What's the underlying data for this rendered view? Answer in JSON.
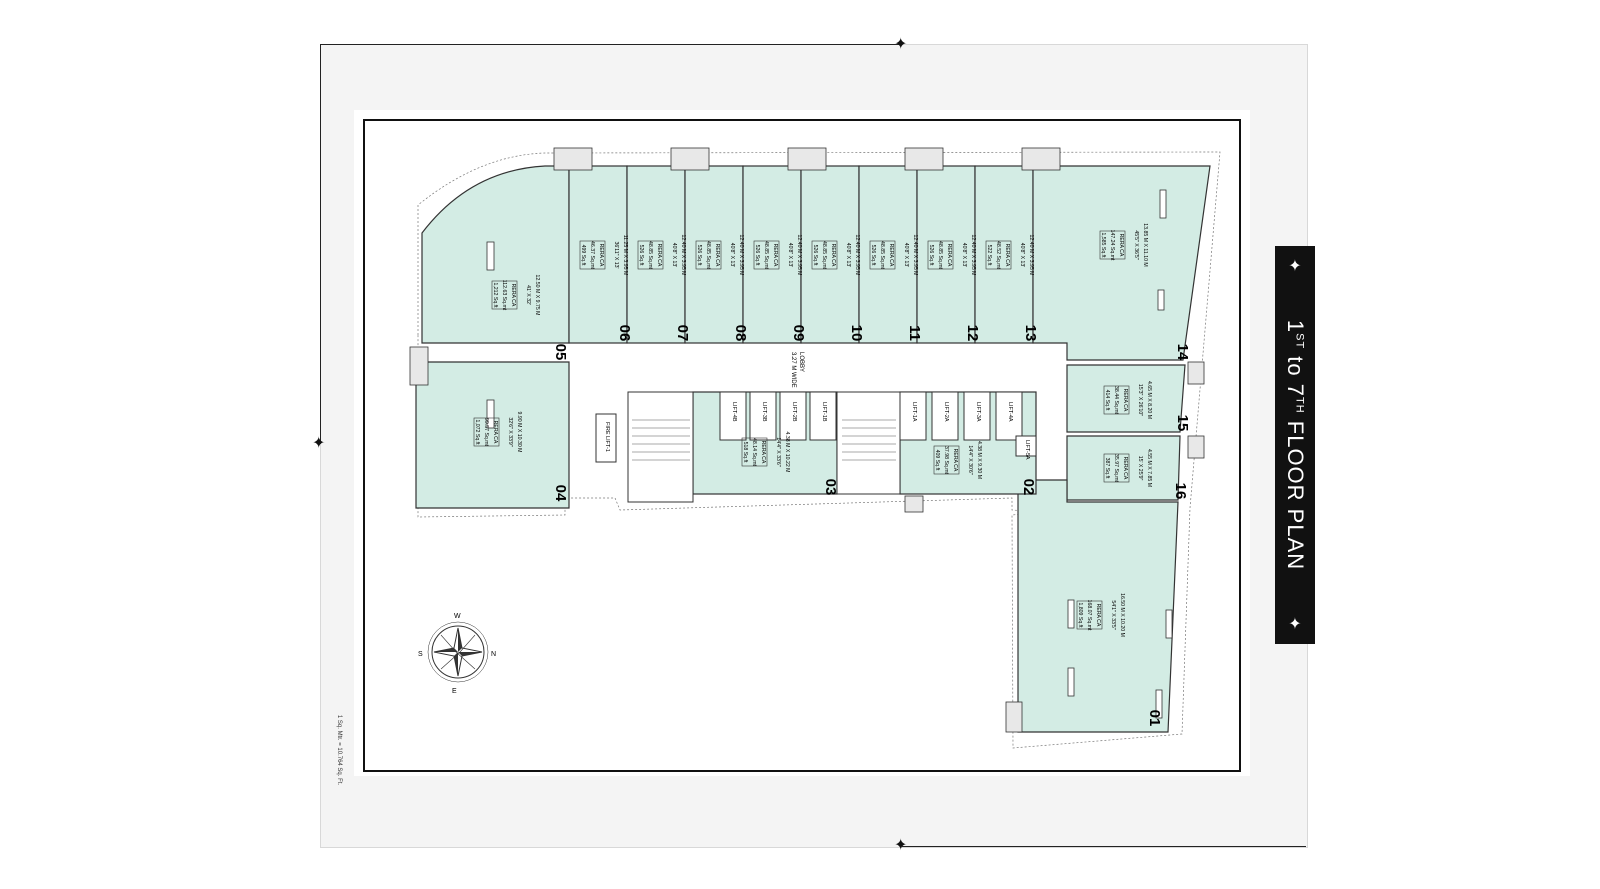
{
  "title": {
    "prefix": "1",
    "sup1": "ST",
    "mid": " to 7",
    "sup2": "TH",
    "suffix": " FLOOR PLAN"
  },
  "scale_note": "1 Sq. Mtr. = 10.764 Sq. Ft.",
  "lobby": {
    "line1": "LOBBY",
    "line2": "3.27 M WIDE"
  },
  "compass": {
    "n": "N",
    "s": "S",
    "e": "E",
    "w": "W"
  },
  "fire_lift": "FIRE LIFT-1",
  "lifts": [
    "LIFT-4B",
    "LIFT-3B",
    "LIFT-2B",
    "LIFT-1B",
    "LIFT-1A",
    "LIFT-2A",
    "LIFT-3A",
    "LIFT-4A",
    "LIFT-5A"
  ],
  "units": [
    {
      "no": "01",
      "l1": "16.50 M X 10.20 M",
      "l2": "54'1\" X 33'5\"",
      "l3": "RERA CA",
      "l4": "168.07 Sq.mt",
      "l5": "1,809 Sq.ft"
    },
    {
      "no": "02",
      "l1": "4.38 M X 9.30 M",
      "l2": "14'4\" X 30'6\"",
      "l3": "RERA CA",
      "l4": "37.98 Sq.mt",
      "l5": "409 Sq.ft"
    },
    {
      "no": "03",
      "l1": "4.38 M X 10.22 M",
      "l2": "14'4\" X 33'6\"",
      "l3": "RERA CA",
      "l4": "48.14 Sq.mt",
      "l5": "518 Sq.ft"
    },
    {
      "no": "04",
      "l1": "9.90 M X 10.30 M",
      "l2": "32'6\" X 33'9\"",
      "l3": "RERA CA",
      "l4": "99.57 Sq.mt",
      "l5": "1,072 Sq.ft"
    },
    {
      "no": "05",
      "l1": "12.50 M X 9.75 M",
      "l2": "41' X 32'",
      "l3": "RERA CA",
      "l4": "112.63 Sq.mt",
      "l5": "1,212 Sq.ft"
    },
    {
      "no": "06",
      "l1": "11.25 M X 3.95 M",
      "l2": "36'11\" X 13'",
      "l3": "RERA CA",
      "l4": "46.37 Sq.mt",
      "l5": "499 Sq.ft"
    },
    {
      "no": "07",
      "l1": "12.40 M X 3.95 M",
      "l2": "40'8\" X 13'",
      "l3": "RERA CA",
      "l4": "48.85 Sq.mt",
      "l5": "526 Sq.ft"
    },
    {
      "no": "08",
      "l1": "12.40 M X 3.95 M",
      "l2": "40'8\" X 13'",
      "l3": "RERA CA",
      "l4": "48.85 Sq.mt",
      "l5": "526 Sq.ft"
    },
    {
      "no": "09",
      "l1": "12.40 M X 3.95 M",
      "l2": "40'8\" X 13'",
      "l3": "RERA CA",
      "l4": "48.85 Sq.mt",
      "l5": "526 Sq.ft"
    },
    {
      "no": "10",
      "l1": "12.40 M X 3.95 M",
      "l2": "40'8\" X 13'",
      "l3": "RERA CA",
      "l4": "48.85 Sq.mt",
      "l5": "526 Sq.ft"
    },
    {
      "no": "11",
      "l1": "12.40 M X 3.95 M",
      "l2": "40'8\" X 13'",
      "l3": "RERA CA",
      "l4": "48.85 Sq.mt",
      "l5": "526 Sq.ft"
    },
    {
      "no": "12",
      "l1": "12.40 M X 3.95 M",
      "l2": "40'8\" X 13'",
      "l3": "RERA CA",
      "l4": "48.85 Sq.mt",
      "l5": "526 Sq.ft"
    },
    {
      "no": "13",
      "l1": "12.40 M X 3.95 M",
      "l2": "40'8\" X 13'",
      "l3": "RERA CA",
      "l4": "48.52 Sq.mt",
      "l5": "522 Sq.ft"
    },
    {
      "no": "14",
      "l1": "13.85 M X 11.10 M",
      "l2": "45'5\" X 36'5\"",
      "l3": "RERA CA",
      "l4": "147.24 Sq.mt",
      "l5": "1,585 Sq.ft"
    },
    {
      "no": "15",
      "l1": "4.65 M X 8.20 M",
      "l2": "15'3\" X 26'10\"",
      "l3": "RERA CA",
      "l4": "38.44 Sq.mt",
      "l5": "414 Sq.ft"
    },
    {
      "no": "16",
      "l1": "4.55 M X 7.85 M",
      "l2": "15' X 25'9\"",
      "l3": "RERA CA",
      "l4": "35.97 Sq.mt",
      "l5": "387 Sq.ft"
    }
  ],
  "colors": {
    "unit_fill": "#d3ece4",
    "wall": "#333333",
    "panel": "#111111"
  }
}
